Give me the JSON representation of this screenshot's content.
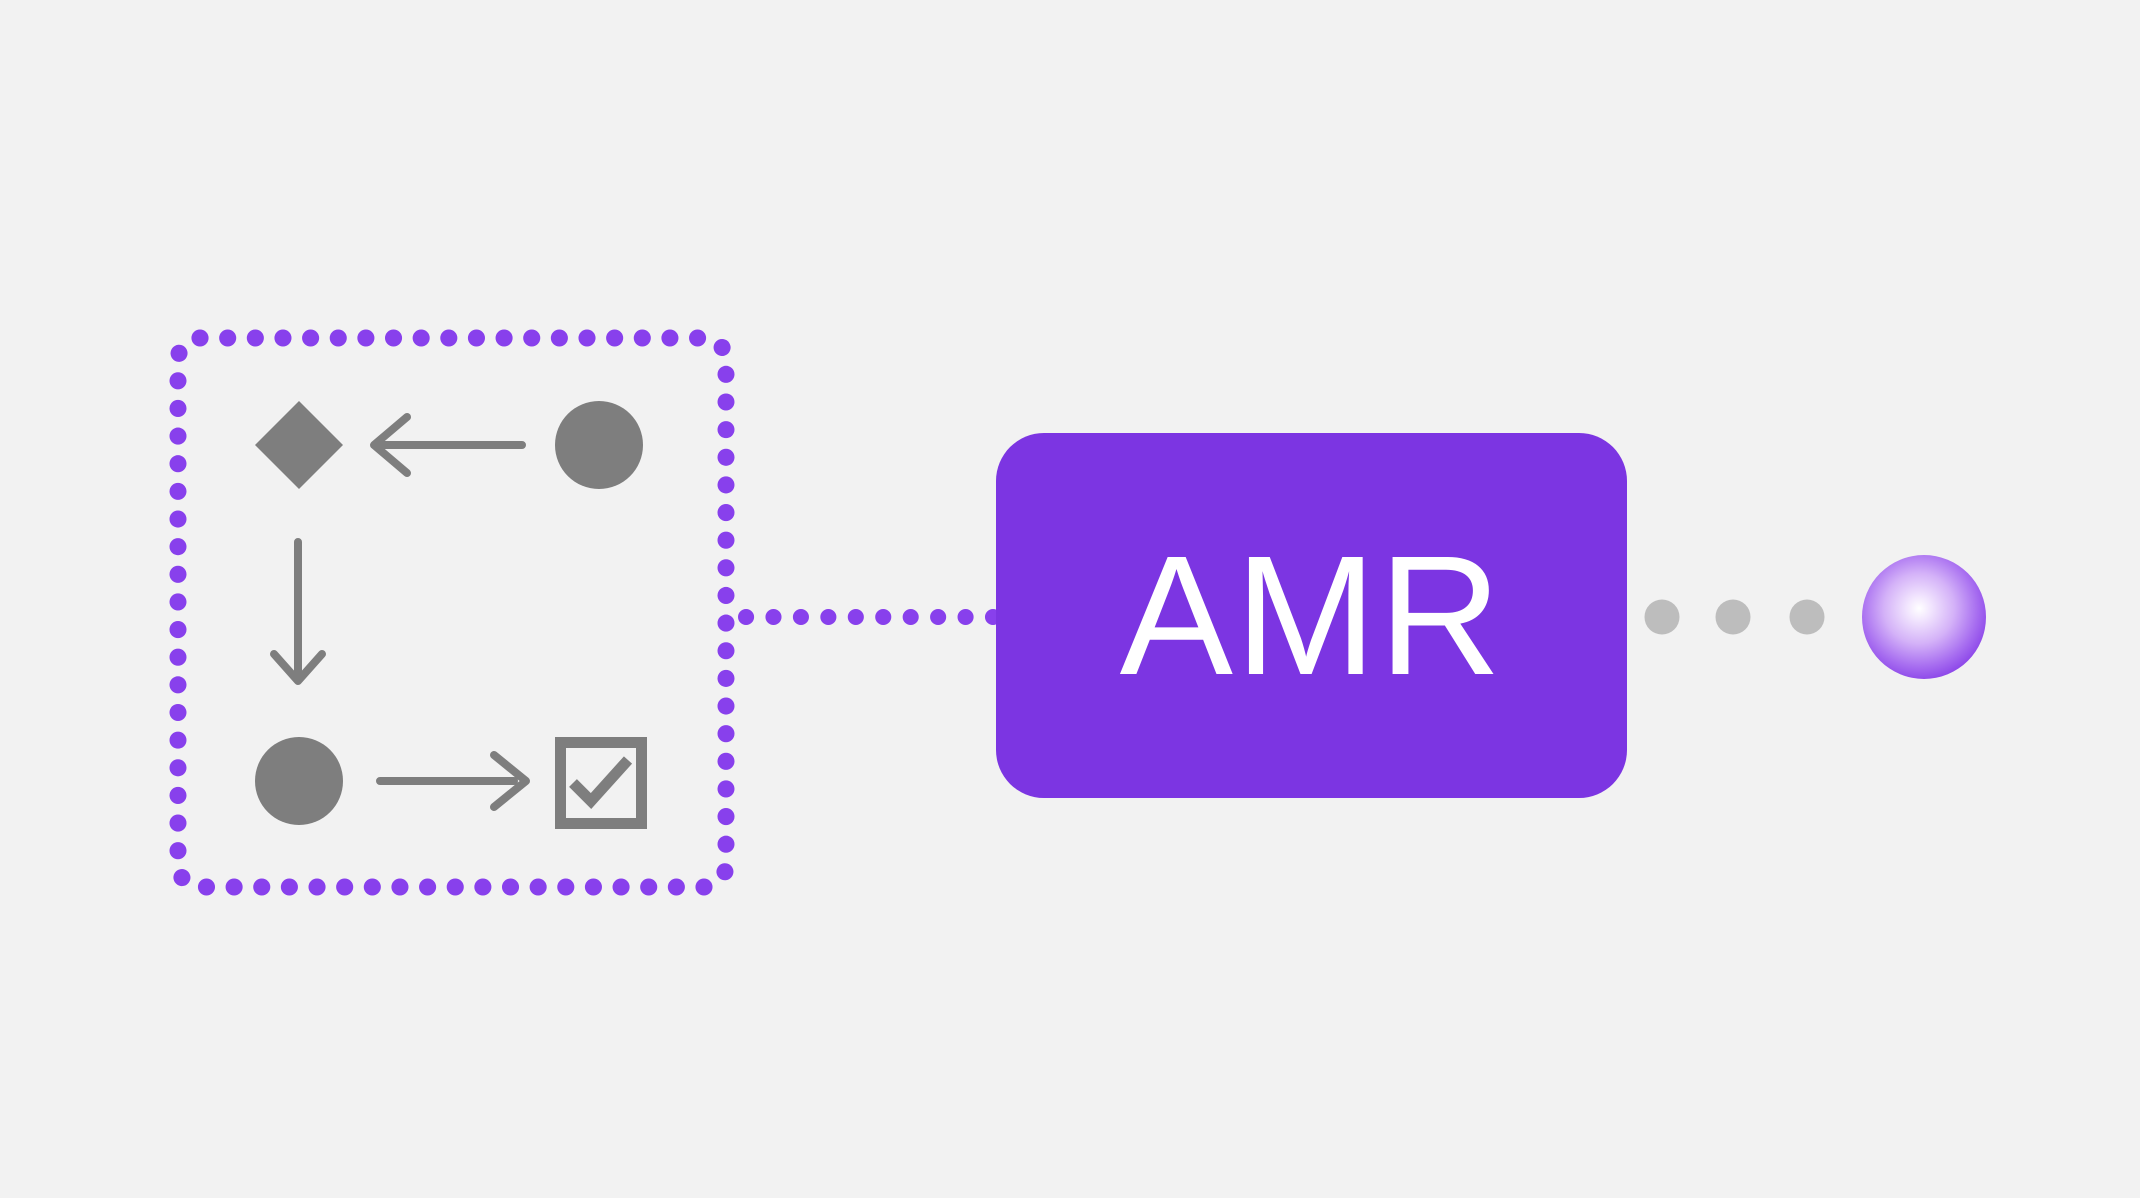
{
  "page": {
    "background_color": "#f2f2f2"
  },
  "process_group": {
    "border_style": "dotted",
    "border_color": "#8840ec",
    "icon_color": "#7e7e7e",
    "icons": [
      {
        "name": "diamond-icon"
      },
      {
        "name": "arrow-left-icon"
      },
      {
        "name": "circle-icon"
      },
      {
        "name": "arrow-down-icon"
      },
      {
        "name": "circle-icon"
      },
      {
        "name": "arrow-right-icon"
      },
      {
        "name": "checkbox-checked-icon"
      }
    ]
  },
  "amr_node": {
    "label": "AMR",
    "background_color": "#7c35e2",
    "text_color": "#ffffff"
  },
  "connector_left": {
    "style": "dotted-line",
    "color": "#8840ec"
  },
  "connector_right": {
    "style": "dots",
    "dot_count": 3,
    "color": "#bdbdbd"
  },
  "endpoint_sphere": {
    "outer_color": "#7b2ee3",
    "glow_color": "#ffffff"
  }
}
